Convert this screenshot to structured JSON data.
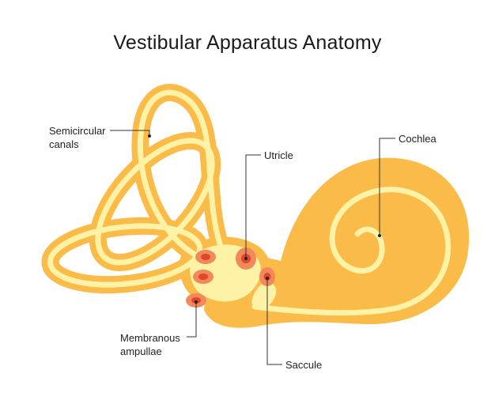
{
  "title": "Vestibular Apparatus Anatomy",
  "labels": {
    "semicircular": [
      "Semicircular",
      "canals"
    ],
    "utricle": "Utricle",
    "cochlea": "Cochlea",
    "ampullae": [
      "Membranous",
      "ampullae"
    ],
    "saccule": "Saccule"
  },
  "colors": {
    "outer": "#fbbb48",
    "inner": "#fdf2a6",
    "spot_outer": "#f2895a",
    "spot_inner": "#e0462e",
    "line": "#333333"
  }
}
